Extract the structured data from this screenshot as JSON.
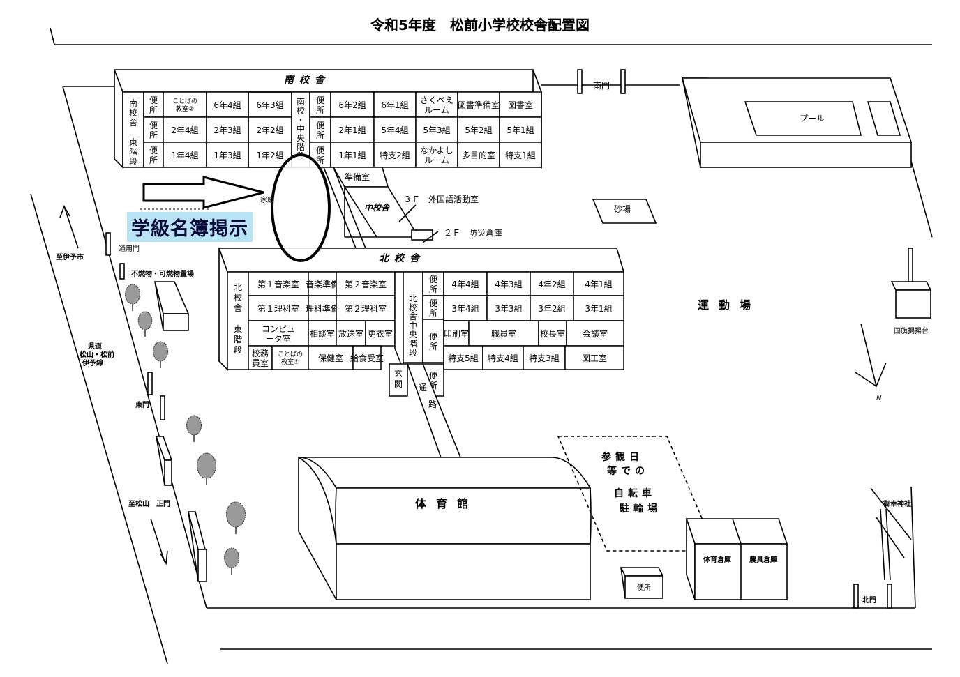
{
  "title": "令和5年度　松前小学校校舎配置図",
  "notice": "学級名簿掲示",
  "south_building": {
    "name": "南校舎",
    "stairs_east": [
      "南",
      "校",
      "舎",
      "",
      "東",
      "階",
      "段"
    ],
    "stairs_center": [
      "南",
      "校",
      "・",
      "中",
      "央",
      "階",
      "段"
    ],
    "row1": [
      "便所",
      "ことばの教室②",
      "6年4組",
      "6年3組",
      "便所",
      "6年2組",
      "6年1組",
      "さくべえルーム",
      "図書準備室",
      "図書室"
    ],
    "row2": [
      "便所",
      "2年4組",
      "2年3組",
      "2年2組",
      "便所",
      "2年1組",
      "5年4組",
      "5年3組",
      "5年2組",
      "5年1組"
    ],
    "row3": [
      "便所",
      "1年4組",
      "1年3組",
      "1年2組",
      "便所",
      "1年1組",
      "特支2組",
      "なかよしルーム",
      "多目的室",
      "特支1組"
    ]
  },
  "middle": {
    "name": "中校舎",
    "prep": "準備室",
    "home": "家庭",
    "f3": "３Ｆ　外国語活動室",
    "f2": "２Ｆ　防災倉庫"
  },
  "north_building": {
    "name": "北校舎",
    "stairs_east": [
      "北",
      "校",
      "舎",
      "",
      "東",
      "階",
      "段"
    ],
    "stairs_center": [
      "北",
      "校",
      "舎",
      "中",
      "央",
      "階",
      "段"
    ],
    "west_row1": [
      "第１音楽室",
      "音楽準備",
      "第２音楽室"
    ],
    "west_row2": [
      "第１理科室",
      "理科準備",
      "第２理科室"
    ],
    "west_row3": [
      "コンピュータ室",
      "相談室",
      "放送室",
      "更衣室"
    ],
    "west_row4": [
      "校務員室",
      "ことばの教室①",
      "保健室",
      "給食受室"
    ],
    "toilets": [
      "便所",
      "便所",
      "便所",
      "便所"
    ],
    "east_row1": [
      "4年4組",
      "4年3組",
      "4年2組",
      "4年1組"
    ],
    "east_row2": [
      "3年4組",
      "3年3組",
      "3年2組",
      "3年1組"
    ],
    "east_row3": [
      "印刷室",
      "職員室",
      "校長室",
      "会議室"
    ],
    "east_row4": [
      "特支5組",
      "特支4組",
      "特支3組",
      "図工室"
    ],
    "entrance": "玄関",
    "passage": "通路"
  },
  "labels": {
    "south_gate": "南門",
    "pool": "プール",
    "sandpit": "砂場",
    "playground": "運動場",
    "flag": "国旗掲揚台",
    "north_arrow": "N",
    "to_iyo": "至伊予市",
    "service_gate": "通用門",
    "garbage": "不燃物・可燃物置場",
    "road": [
      "県道",
      "松山・松前",
      "伊予線"
    ],
    "east_gate": "東門",
    "main_gate": "至松山　正門",
    "gym": "体育館",
    "bike": [
      "参観日",
      "等での",
      "自転車",
      "駐輪場"
    ],
    "pe_storage": "体育倉庫",
    "farm_storage": "農具倉庫",
    "toilet": "便所",
    "shrine": "御幸神社",
    "north_gate": "北門"
  },
  "colors": {
    "notice_bg": "#b7e3f4"
  }
}
